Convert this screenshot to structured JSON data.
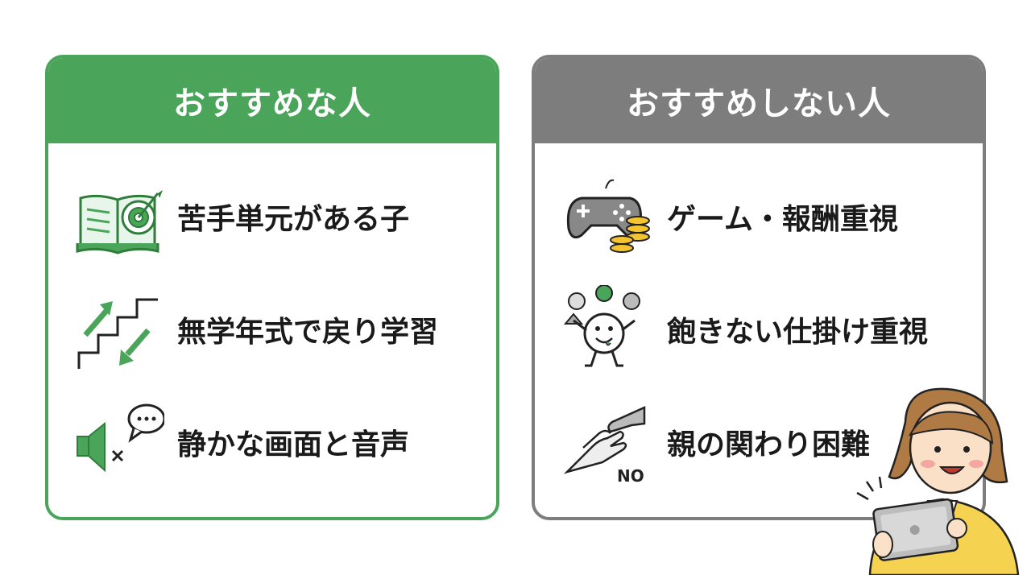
{
  "recommended": {
    "title": "おすすめな人",
    "color": "#4aa55a",
    "items": [
      {
        "label": "苦手単元がある子",
        "icon": "book-target-icon"
      },
      {
        "label": "無学年式で戻り学習",
        "icon": "stairs-arrows-icon"
      },
      {
        "label": "静かな画面と音声",
        "icon": "speaker-muted-bubble-icon"
      }
    ]
  },
  "not_recommended": {
    "title": "おすすめしない人",
    "color": "#7d7d7d",
    "items": [
      {
        "label": "ゲーム・報酬重視",
        "icon": "gamepad-coins-icon"
      },
      {
        "label": "飽きない仕掛け重視",
        "icon": "juggling-mascot-icon"
      },
      {
        "label": "親の関わり困難",
        "icon": "hands-no-icon",
        "icon_text": "NO"
      }
    ]
  },
  "illustration": {
    "icon": "woman-tablet-icon"
  }
}
